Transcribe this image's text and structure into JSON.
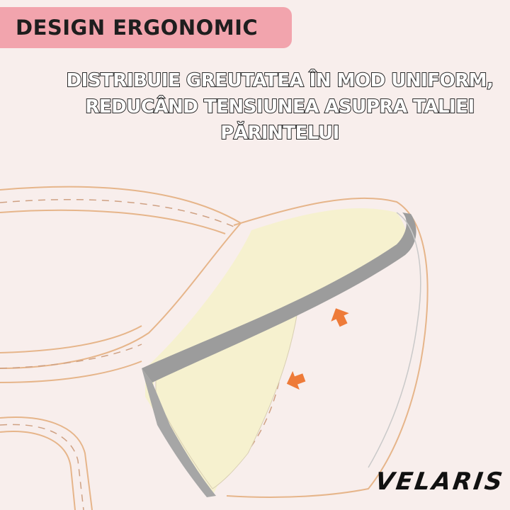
{
  "badge": {
    "label": "DESIGN ERGONOMIC"
  },
  "headline": {
    "lines": [
      "DISTRIBUIE GREUTATEA ÎN MOD UNIFORM,",
      "REDUCÂND TENSIUNEA ASUPRA TALIEI",
      "PĂRINTELUI"
    ]
  },
  "brand": {
    "logo_text": "VELARIS"
  },
  "colors": {
    "background": "#f8eeec",
    "badge": "#f2a4ad",
    "outline": "#e6b58a",
    "panel_fill": "#f6f1cf",
    "panel_edge": "#9a9a9a",
    "arrow": "#ee7b39"
  },
  "icons": [
    "up-arrow-icon",
    "left-arrow-icon"
  ]
}
